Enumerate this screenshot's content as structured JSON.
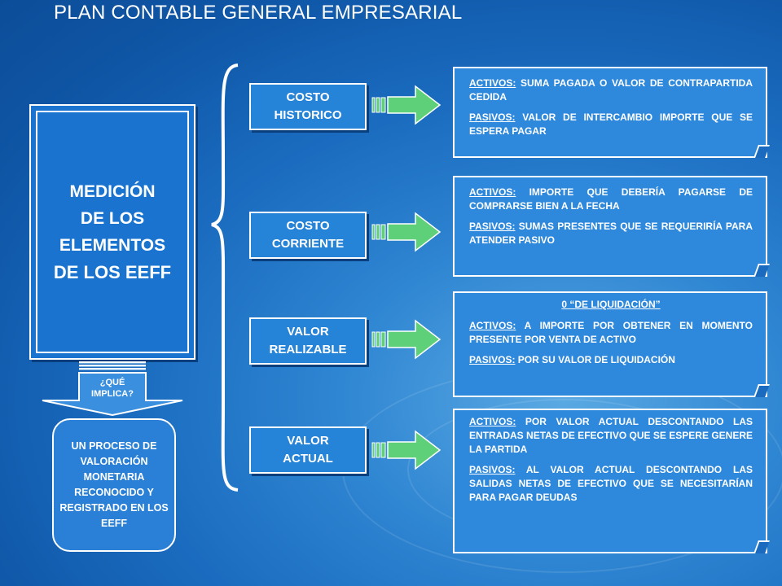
{
  "title": "PLAN CONTABLE GENERAL EMPRESARIAL",
  "main_box": {
    "line1": "MEDICIÓN",
    "line2": "DE LOS",
    "line3": "ELEMENTOS",
    "line4": "DE LOS EEFF"
  },
  "implica": {
    "line1": "¿QUÉ",
    "line2": "IMPLICA?"
  },
  "proceso": "UN PROCESO DE VALORACIÓN MONETARIA RECONOCIDO Y REGISTRADO EN LOS EEFF",
  "methods": [
    {
      "label": "COSTO\nHISTORICO",
      "header": "",
      "activos_label": "ACTIVOS:",
      "activos_text": " SUMA PAGADA O VALOR DE CONTRAPARTIDA CEDIDA",
      "pasivos_label": "PASIVOS:",
      "pasivos_text": " VALOR DE INTERCAMBIO IMPORTE QUE SE ESPERA PAGAR"
    },
    {
      "label": "COSTO\nCORRIENTE",
      "header": "",
      "activos_label": "ACTIVOS:",
      "activos_text": " IMPORTE QUE DEBERÍA PAGARSE DE COMPRARSE BIEN A LA FECHA",
      "pasivos_label": "PASIVOS:",
      "pasivos_text": " SUMAS PRESENTES QUE SE REQUERIRÍA PARA ATENDER PASIVO"
    },
    {
      "label": "VALOR\nREALIZABLE",
      "header": "0 “DE LIQUIDACIÓN”",
      "activos_label": "ACTIVOS:",
      "activos_text": " A IMPORTE POR OBTENER EN MOMENTO PRESENTE POR VENTA DE ACTIVO",
      "pasivos_label": "PASIVOS:",
      "pasivos_text": " POR SU VALOR DE LIQUIDACIÓN"
    },
    {
      "label": "VALOR\nACTUAL",
      "header": "",
      "activos_label": "ACTIVOS:",
      "activos_text": " POR VALOR ACTUAL DESCONTANDO LAS ENTRADAS NETAS DE EFECTIVO QUE SE ESPERE GENERE LA PARTIDA",
      "pasivos_label": "PASIVOS:",
      "pasivos_text": " AL VALOR ACTUAL DESCONTANDO LAS SALIDAS NETAS DE EFECTIVO QUE SE NECESITARÍAN PARA PAGAR DEUDAS"
    }
  ],
  "colors": {
    "background": "#1a6bbf",
    "arrow_fill": "#5fd07a",
    "box_fill": "#2583d8",
    "text": "#ffffff"
  }
}
